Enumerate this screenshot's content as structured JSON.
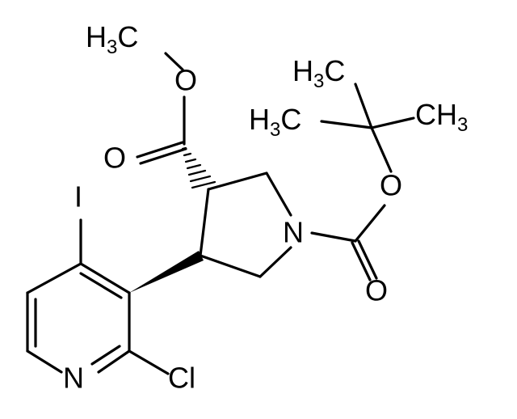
{
  "molecule": {
    "atoms": {
      "methoxy_methyl": {
        "main": "H",
        "sub": "3",
        "tail": "C"
      },
      "ester_o": "O",
      "carbonyl_o": "O",
      "iodine": "I",
      "nitrogen_ring": "N",
      "boc_o": "O",
      "boc_carbonyl_o": "O",
      "tbu_methyl_top": {
        "main": "H",
        "sub": "3",
        "tail": "C"
      },
      "tbu_methyl_left": {
        "main": "H",
        "sub": "3",
        "tail": "C"
      },
      "tbu_methyl_right": {
        "main": "CH",
        "sub": "3"
      },
      "pyridine_n": "N",
      "chlorine": "Cl"
    }
  }
}
